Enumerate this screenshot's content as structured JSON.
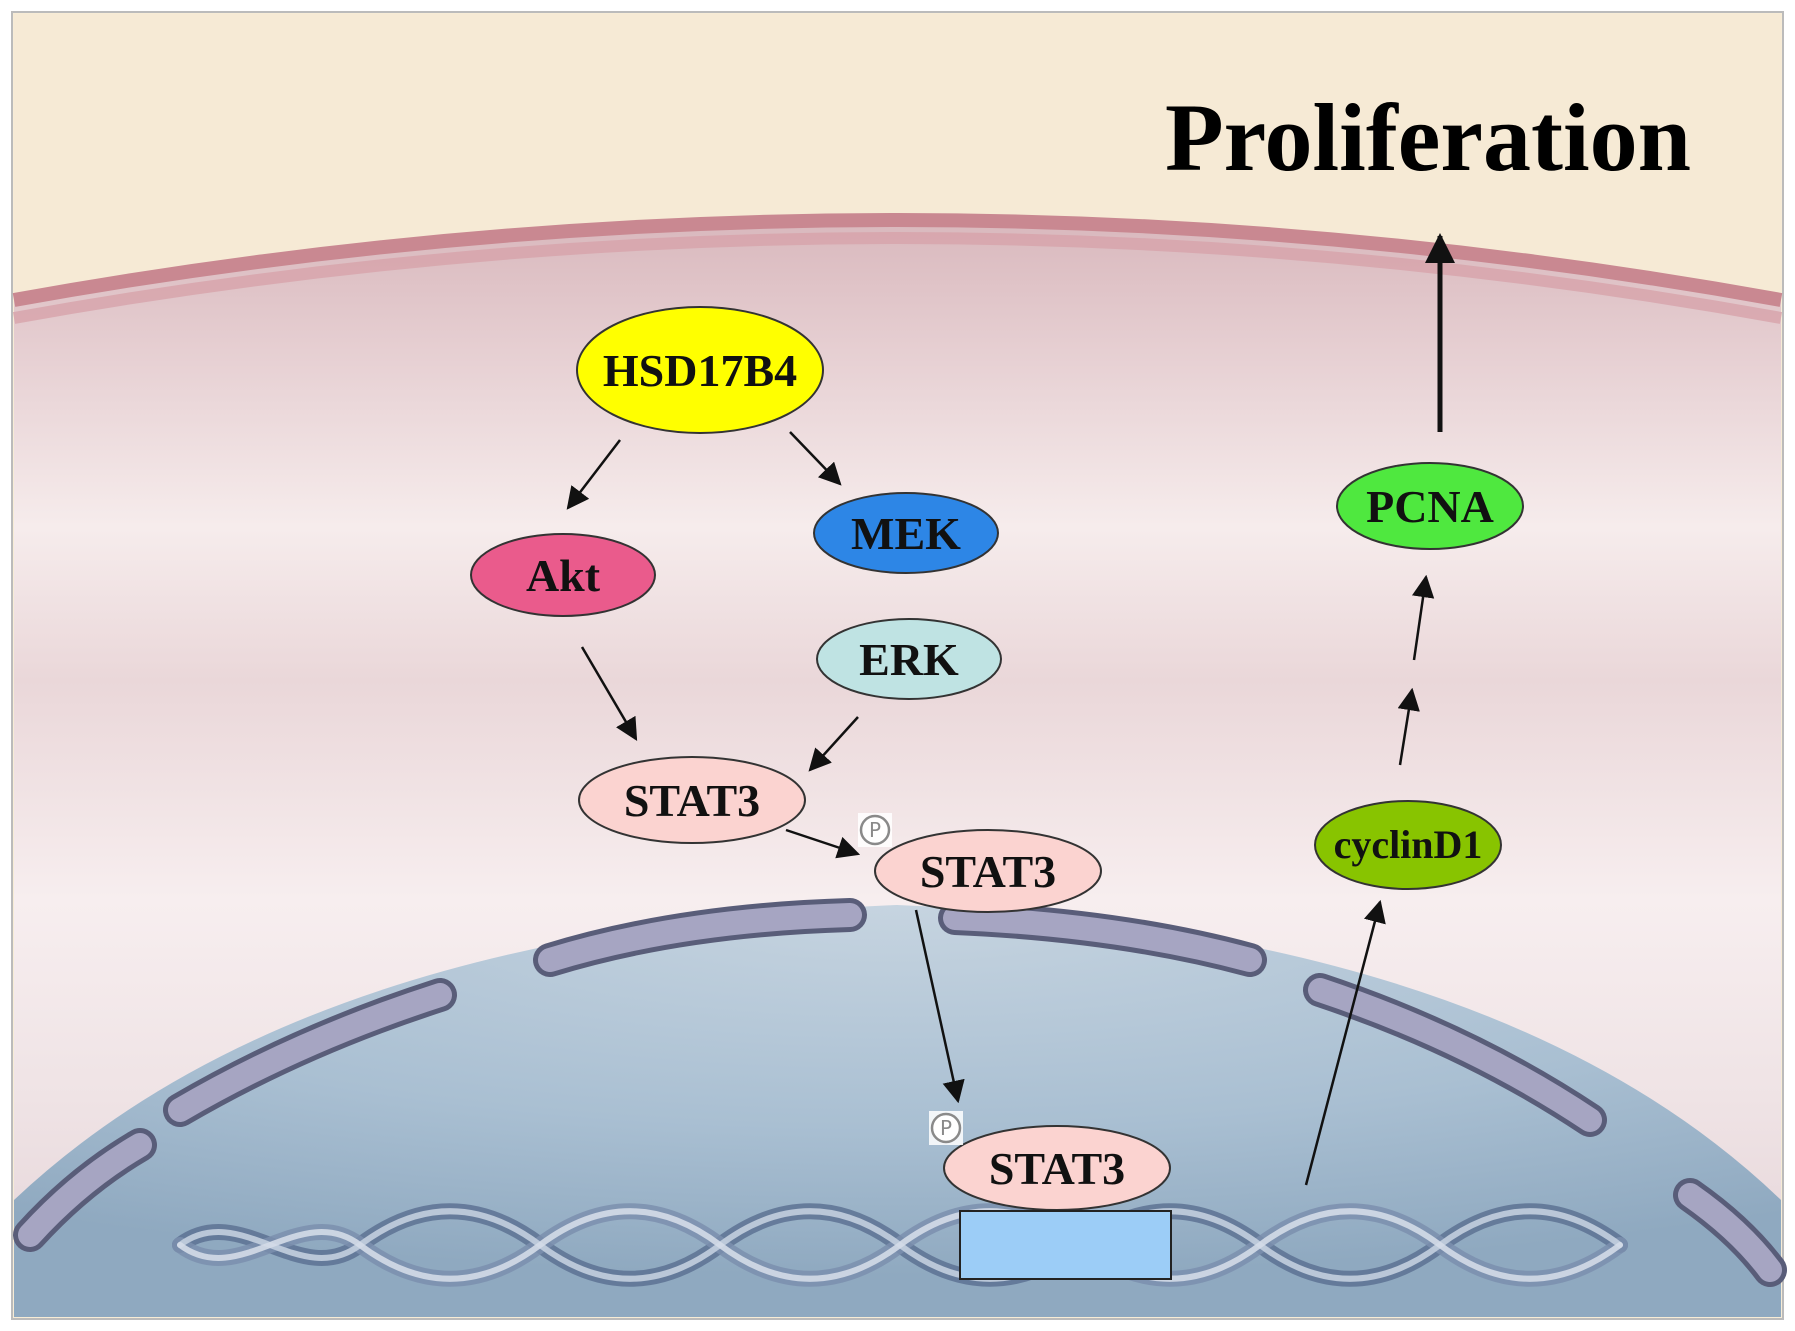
{
  "title": "Proliferation",
  "nodes": {
    "hsd17b4": {
      "label": "HSD17B4",
      "color": "#ffff00"
    },
    "akt": {
      "label": "Akt",
      "color": "#ea5b8c"
    },
    "mek": {
      "label": "MEK",
      "color": "#2d86e6"
    },
    "erk": {
      "label": "ERK",
      "color": "#bfe3e3"
    },
    "stat3": {
      "label": "STAT3",
      "color": "#fbd3d0"
    },
    "stat3_p_cytoplasm": {
      "label": "STAT3",
      "color": "#fbd3d0"
    },
    "stat3_p_nucleus": {
      "label": "STAT3",
      "color": "#fbd3d0"
    },
    "cyclind1": {
      "label": "cyclinD1",
      "color": "#88c400"
    },
    "pcna": {
      "label": "PCNA",
      "color": "#4fe83f"
    }
  },
  "phospho_marker": {
    "label": "P"
  },
  "dna_box": {
    "color": "#9ccdf7"
  },
  "edges": [
    {
      "from": "hsd17b4",
      "to": "akt"
    },
    {
      "from": "hsd17b4",
      "to": "mek"
    },
    {
      "from": "akt",
      "to": "stat3"
    },
    {
      "from": "erk",
      "to": "stat3"
    },
    {
      "from": "stat3",
      "to": "stat3_p_cytoplasm"
    },
    {
      "from": "stat3_p_cytoplasm",
      "to": "stat3_p_nucleus"
    },
    {
      "from": "dna_box",
      "to": "cyclind1"
    },
    {
      "from": "cyclind1",
      "to": "pcna"
    },
    {
      "from": "pcna",
      "to": "proliferation"
    }
  ]
}
